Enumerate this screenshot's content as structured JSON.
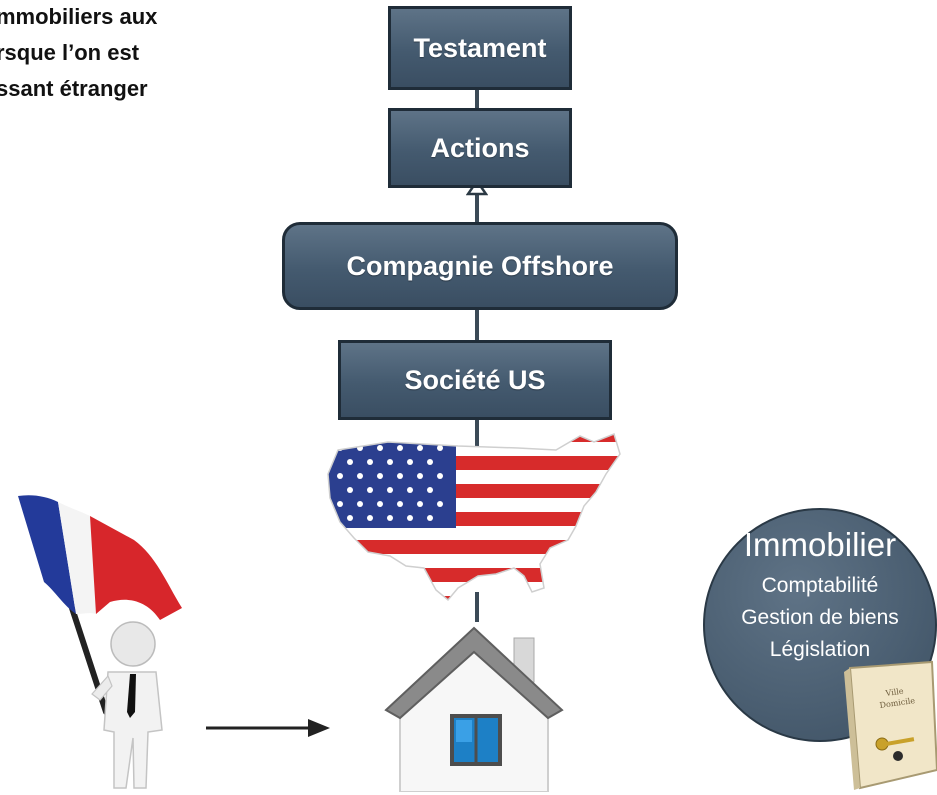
{
  "heading": {
    "line1": "mmobiliers aux",
    "line2": "rsque l’on est",
    "line3": "ssant étranger"
  },
  "structure": {
    "testament": "Testament",
    "actions": "Actions",
    "offshore": "Compagnie Offshore",
    "us_company": "Société US"
  },
  "services": {
    "title": "Immobilier",
    "items": [
      "Comptabilité",
      "Gestion de biens",
      "Législation"
    ]
  },
  "icons": {
    "flag": "french-flag-icon",
    "person": "person-icon",
    "arrow": "arrow-right-icon",
    "house": "house-icon",
    "map": "usa-flag-map-icon",
    "book": "book-with-keys-icon"
  },
  "colors": {
    "box_fill": "#4a5f73",
    "box_border": "#1f2c38",
    "circle_fill": "#4d6174"
  }
}
